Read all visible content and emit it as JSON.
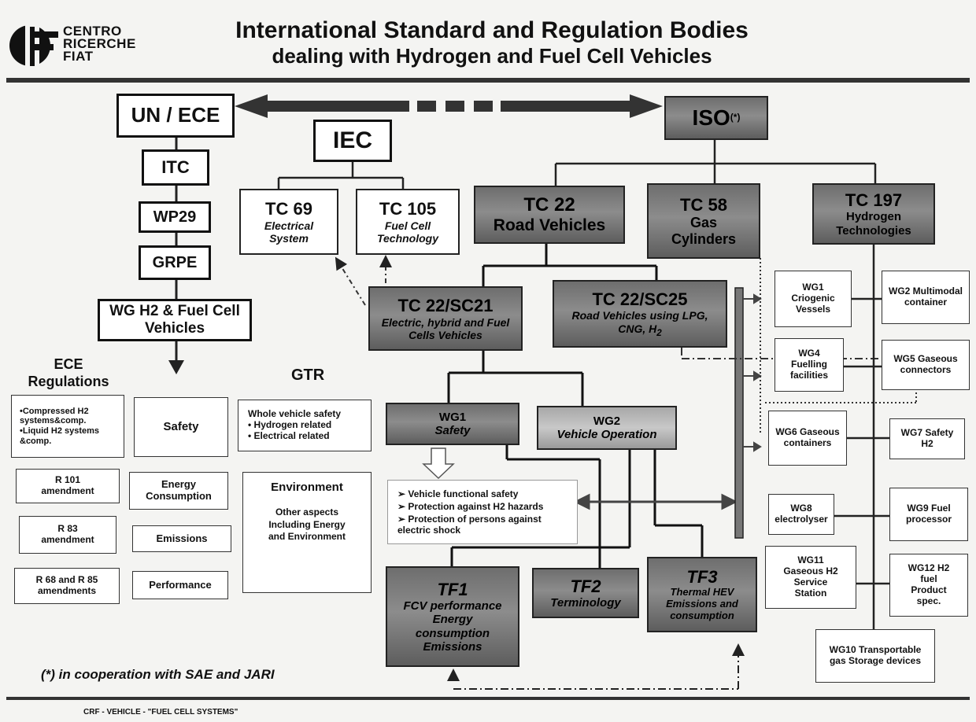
{
  "header": {
    "logo_lines": [
      "CENTRO",
      "RICERCHE",
      "FIAT"
    ],
    "title_line1": "International Standard and Regulation Bodies",
    "title_line2": "dealing with Hydrogen and Fuel Cell Vehicles"
  },
  "un_branch": {
    "unece": "UN / ECE",
    "itc": "ITC",
    "wp29": "WP29",
    "grpe": "GRPE",
    "wg_h2": "WG H2 & Fuel Cell Vehicles"
  },
  "iec": {
    "label": "IEC",
    "tc69_title": "TC 69",
    "tc69_sub": "Electrical System",
    "tc105_title": "TC 105",
    "tc105_sub": "Fuel Cell Technology"
  },
  "iso": {
    "label": "ISO",
    "sup": "(*)",
    "tc22_title": "TC 22",
    "tc22_sub": "Road Vehicles",
    "tc58_title": "TC 58",
    "tc58_sub1": "Gas",
    "tc58_sub2": "Cylinders",
    "tc197_title": "TC 197",
    "tc197_sub": "Hydrogen Technologies",
    "sc21_title": "TC 22/SC21",
    "sc21_sub": "Electric, hybrid and Fuel Cells Vehicles",
    "sc25_title": "TC 22/SC25",
    "sc25_sub": "Road Vehicles using LPG, CNG, H",
    "sc25_sub_index": "2"
  },
  "ece_regulations": {
    "heading": "ECE Regulations",
    "items": [
      "•Compressed H2 systems&comp.",
      "•Liquid H2 systems &comp."
    ],
    "r101": "R 101 amendment",
    "r83": "R 83 amendment",
    "r68": "R 68 and R 85 amendments"
  },
  "topics": {
    "safety": "Safety",
    "energy": "Energy Consumption",
    "emissions": "Emissions",
    "performance": "Performance"
  },
  "gtr": {
    "heading": "GTR",
    "whole_title": "Whole vehicle safety",
    "whole_items": [
      "• Hydrogen related",
      "• Electrical related"
    ],
    "env_title": "Environment",
    "env_text": "Other aspects Including Energy and Environment"
  },
  "sc21_groups": {
    "wg1_title": "WG1",
    "wg1_sub": "Safety",
    "wg2_title": "WG2",
    "wg2_sub": "Vehicle Operation",
    "bullets": [
      "➢ Vehicle functional safety",
      "➢ Protection against H2 hazards",
      "➢ Protection of persons against electric shock"
    ],
    "tf1_title": "TF1",
    "tf1_sub": "FCV performance Energy consumption Emissions",
    "tf2_title": "TF2",
    "tf2_sub": "Terminology",
    "tf3_title": "TF3",
    "tf3_sub": "Thermal HEV Emissions and consumption"
  },
  "tc197_groups": {
    "wg1": "WG1 Criogenic Vessels",
    "wg2": "WG2 Multimodal container",
    "wg4": "WG4 Fuelling facilities",
    "wg5": "WG5 Gaseous connectors",
    "wg6": "WG6 Gaseous containers",
    "wg7": "WG7 Safety H2",
    "wg8": "WG8 electrolyser",
    "wg9": "WG9 Fuel processor",
    "wg11": "WG11 Gaseous H2 Service Station",
    "wg12": "WG12 H2 fuel Product spec.",
    "wg10": "WG10 Transportable gas Storage devices"
  },
  "footnote": "(*) in cooperation with SAE and JARI",
  "footer": "CRF - VEHICLE - \"FUEL CELL SYSTEMS\""
}
